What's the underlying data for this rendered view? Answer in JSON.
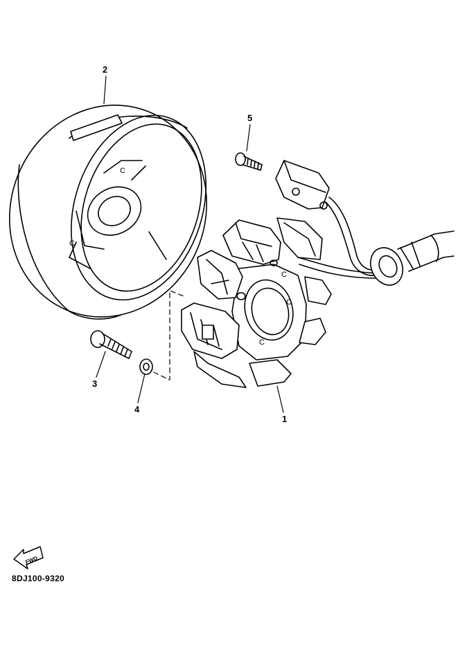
{
  "callouts": {
    "stator": "1",
    "rotor": "2",
    "bolt": "3",
    "washer": "4",
    "screw": "5"
  },
  "direction_label": "FWD",
  "drawing_code": "8DJ100-9320",
  "colors": {
    "ink": "#000000",
    "paper": "#ffffff"
  }
}
